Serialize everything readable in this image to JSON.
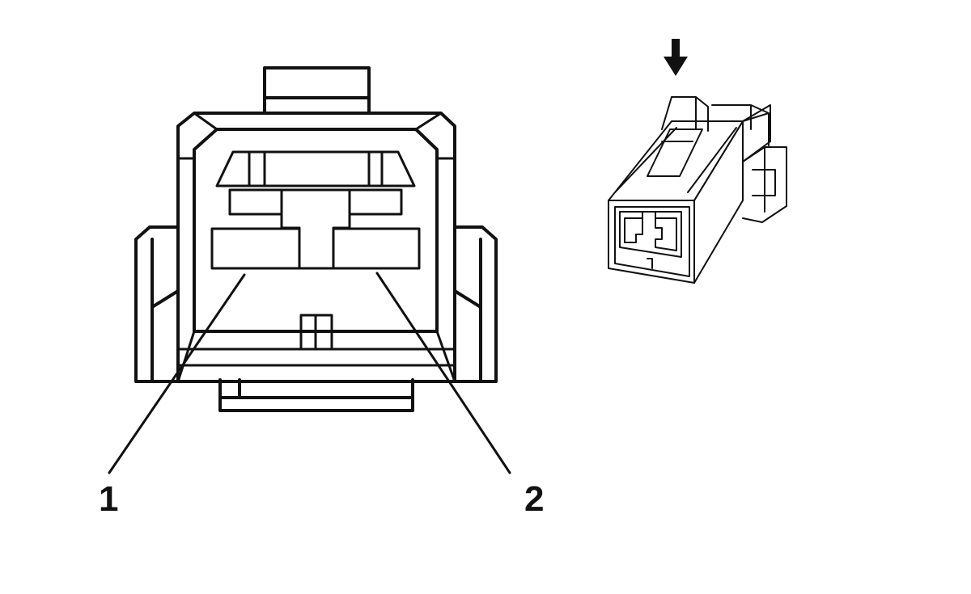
{
  "diagram": {
    "callouts": [
      {
        "id": "pin-1",
        "label": "1"
      },
      {
        "id": "pin-2",
        "label": "2"
      }
    ],
    "colors": {
      "line": "#111111",
      "background": "#ffffff"
    },
    "icons": {
      "view_direction": "down-arrow-icon"
    }
  }
}
